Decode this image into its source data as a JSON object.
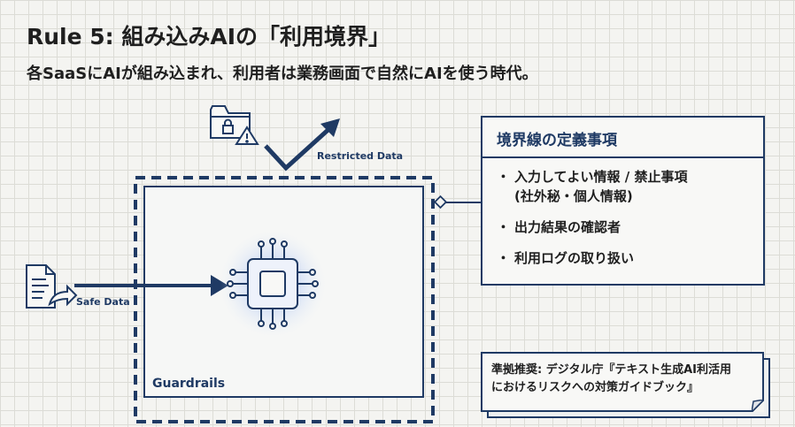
{
  "title": "Rule 5: 組み込みAIの「利用境界」",
  "subtitle": "各SaaSにAIが組み込まれ、利用者は業務画面で自然にAIを使う時代。",
  "labels": {
    "restricted": "Restricted Data",
    "safe": "Safe Data",
    "guardrails": "Guardrails"
  },
  "definition": {
    "heading": "境界線の定義事項",
    "items": [
      {
        "line1": "入力してよい情報 / 禁止事項",
        "line2": "(社外秘・個人情報)"
      },
      {
        "line1": "出力結果の確認者",
        "line2": ""
      },
      {
        "line1": "利用ログの取り扱い",
        "line2": ""
      }
    ]
  },
  "reference": {
    "line1": "準拠推奨: デジタル庁『テキスト生成AI利活用",
    "line2": "におけるリスクへの対策ガイドブック』"
  },
  "icons": {
    "restricted": "folder-lock-warning-icon",
    "safe": "document-share-icon",
    "ai": "ai-chip-icon"
  },
  "colors": {
    "navy": "#1f3a64",
    "chip_glow": "#8fb0f0",
    "background": "#f4f4f1"
  }
}
